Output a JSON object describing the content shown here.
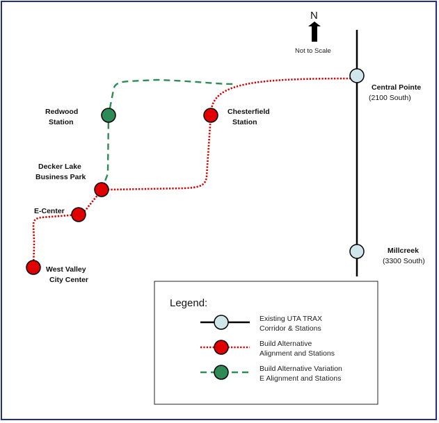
{
  "map": {
    "north_label": "N",
    "scale_note": "Not to Scale",
    "colors": {
      "border": "#1f2f8a",
      "trax_line": "#000000",
      "trax_station": "#cfe6ea",
      "build_line": "#d40000",
      "build_station": "#e00000",
      "variation_line": "#2e8b57",
      "variation_station": "#2e8b57"
    },
    "stations": {
      "central_pointe": {
        "name": "Central Pointe",
        "sub": "(2100 South)"
      },
      "millcreek": {
        "name": "Millcreek",
        "sub": "(3300 South)"
      },
      "chesterfield": {
        "line1": "Chesterfield",
        "line2": "Station"
      },
      "redwood": {
        "line1": "Redwood",
        "line2": "Station"
      },
      "decker_lake": {
        "line1": "Decker Lake",
        "line2": "Business Park"
      },
      "e_center": {
        "name": "E-Center"
      },
      "west_valley": {
        "line1": "West Valley",
        "line2": "City Center"
      }
    }
  },
  "legend": {
    "title": "Legend:",
    "items": [
      {
        "line1": "Existing UTA TRAX",
        "line2": "Corridor & Stations"
      },
      {
        "line1": "Build Alternative",
        "line2": "Alignment and Stations"
      },
      {
        "line1": "Build Alternative Variation",
        "line2": "E Alignment and Stations"
      }
    ]
  }
}
